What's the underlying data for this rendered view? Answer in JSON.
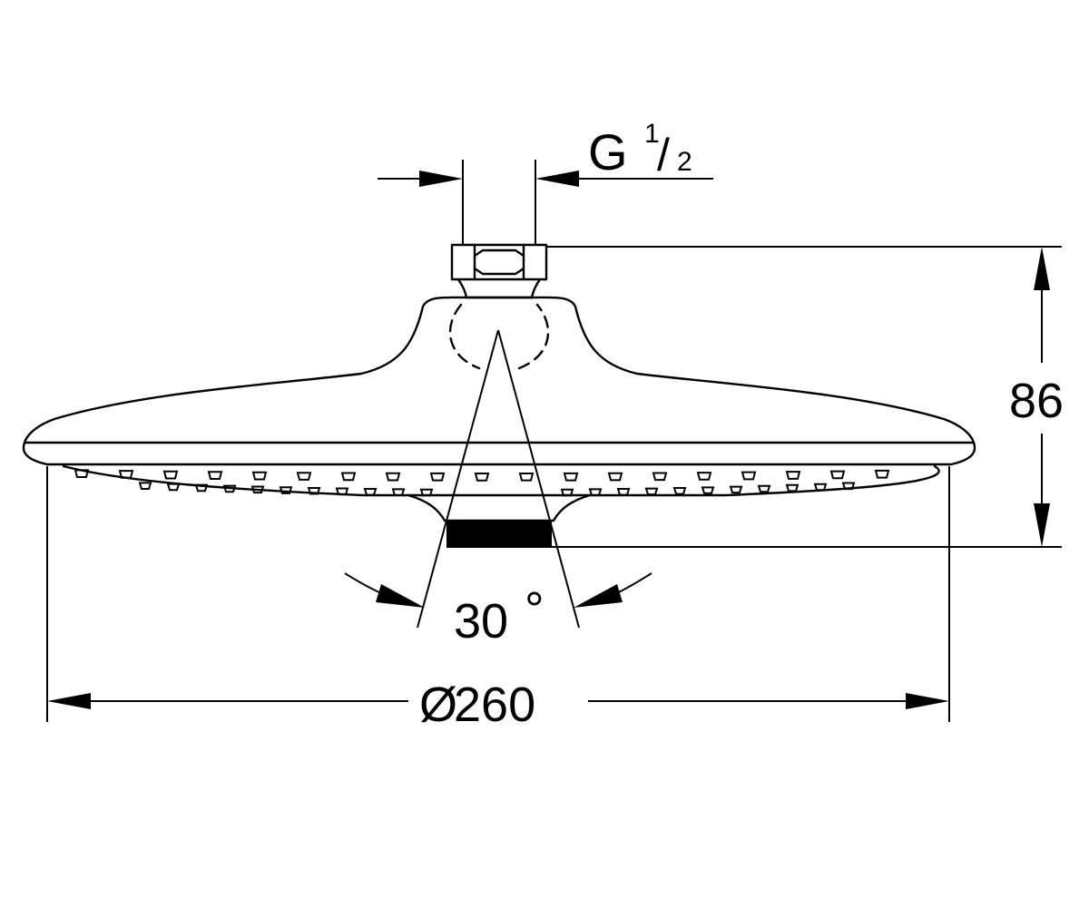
{
  "drawing": {
    "type": "technical-dimension-drawing",
    "subject_icon": "shower-head-icon",
    "line_color": "#000000",
    "background_color": "#ffffff"
  },
  "dimensions": {
    "thread": {
      "letter": "G",
      "fraction_numerator": "1",
      "fraction_slash": "/",
      "fraction_denominator": "2"
    },
    "height": {
      "value": "86"
    },
    "spray_angle": {
      "value": "30",
      "unit": "°"
    },
    "diameter": {
      "symbol": "Ø",
      "value": "260"
    }
  }
}
